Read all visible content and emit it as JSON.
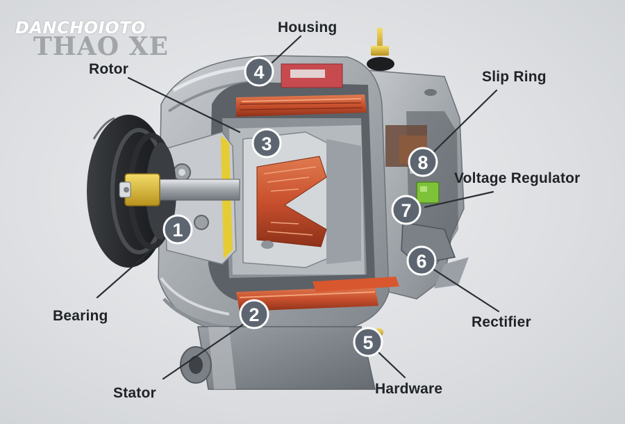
{
  "watermark": {
    "top": "DANCHOIOTO",
    "bottom": "THAO XE"
  },
  "labels": {
    "housing": "Housing",
    "rotor": "Rotor",
    "slip_ring": "Slip Ring",
    "voltage_regulator": "Voltage Regulator",
    "bearing": "Bearing",
    "rectifier": "Rectifier",
    "stator": "Stator",
    "hardware": "Hardware"
  },
  "markers": {
    "m1": "1",
    "m2": "2",
    "m3": "3",
    "m4": "4",
    "m5": "5",
    "m6": "6",
    "m7": "7",
    "m8": "8"
  },
  "colors": {
    "marker_fill": "#5d6670",
    "copper": "#c8502e",
    "brass": "#e2c035",
    "housing_metal": "#a9adb2",
    "regulator_green": "#7ec23a"
  }
}
